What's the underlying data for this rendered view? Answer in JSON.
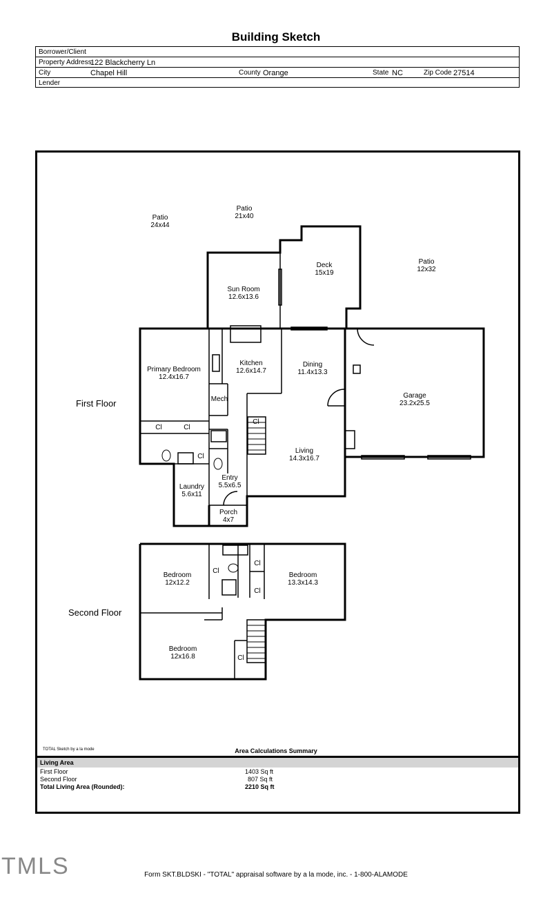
{
  "title": "Building Sketch",
  "header": {
    "borrower_label": "Borrower/Client",
    "address_label": "Property Address",
    "address_value": "122 Blackcherry Ln",
    "city_label": "City",
    "city_value": "Chapel Hill",
    "county_label": "County",
    "county_value": "Orange",
    "state_label": "State",
    "state_value": "NC",
    "zip_label": "Zip Code",
    "zip_value": "27514",
    "lender_label": "Lender"
  },
  "plan": {
    "patio_left": {
      "name": "Patio",
      "dim": "24x44"
    },
    "patio_mid": {
      "name": "Patio",
      "dim": "21x40"
    },
    "patio_right": {
      "name": "Patio",
      "dim": "12x32"
    },
    "deck": {
      "name": "Deck",
      "dim": "15x19"
    },
    "sunroom": {
      "name": "Sun Room",
      "dim": "12.6x13.6"
    },
    "primary": {
      "name": "Primary Bedroom",
      "dim": "12.4x16.7"
    },
    "kitchen": {
      "name": "Kitchen",
      "dim": "12.6x14.7"
    },
    "dining": {
      "name": "Dining",
      "dim": "11.4x13.3"
    },
    "garage": {
      "name": "Garage",
      "dim": "23.2x25.5"
    },
    "mech": "Mech",
    "living": {
      "name": "Living",
      "dim": "14.3x16.7"
    },
    "entry": {
      "name": "Entry",
      "dim": "5.5x6.5"
    },
    "laundry": {
      "name": "Laundry",
      "dim": "5.6x11"
    },
    "porch": {
      "name": "Porch",
      "dim": "4x7"
    },
    "bed2": {
      "name": "Bedroom",
      "dim": "12x12.2"
    },
    "bed3": {
      "name": "Bedroom",
      "dim": "13.3x14.3"
    },
    "bed4": {
      "name": "Bedroom",
      "dim": "12x16.8"
    },
    "closet": "Cl",
    "first_floor": "First Floor",
    "second_floor": "Second Floor"
  },
  "sketch_credit": "TOTAL Sketch by a la mode",
  "summary": {
    "title": "Area Calculations Summary",
    "section": "Living Area",
    "rows": [
      {
        "label": "First Floor",
        "value": "1403 Sq ft"
      },
      {
        "label": "Second Floor",
        "value": "807 Sq ft"
      }
    ],
    "total_label": "Total Living Area (Rounded):",
    "total_value": "2210 Sq ft"
  },
  "footer": "Form SKT.BLDSKI - \"TOTAL\" appraisal software by a la mode, inc. - 1-800-ALAMODE",
  "watermark": "TMLS"
}
